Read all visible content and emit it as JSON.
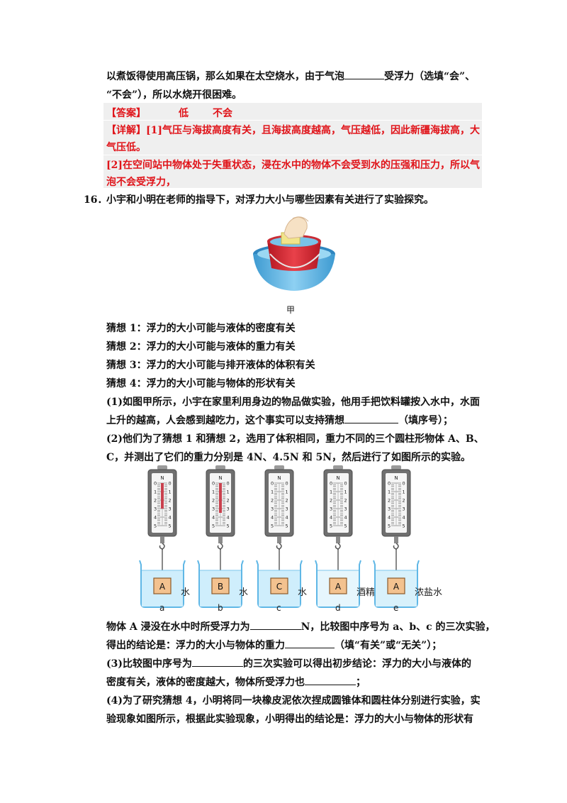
{
  "top": {
    "line1_a": "以煮饭得使用高压锅，那么如果在太空烧水，由于气泡",
    "line1_b": "受浮力（选填“会”、",
    "line2": "“不会”），所以水烧开很困难。"
  },
  "answer": {
    "tag": "【答案】",
    "a1": "低",
    "a2": "不会",
    "detail1": "【详解】[1]气压与海拔高度有关，且海拔高度越高，气压越低，因此新疆海拔高，大",
    "detail2": "气压低。",
    "detail3": "[2]在空间站中物体处于失重状态，浸在水中的物体不会受到水的压强和压力，所以气",
    "detail4": "泡不会受浮力，"
  },
  "q16": {
    "num": "16．",
    "stem": "小宇和小明在老师的指导下，对浮力大小与哪些因素有关进行了实验探究。",
    "fig_jia": "甲",
    "guess1": "猜想 1：浮力的大小可能与液体的密度有关",
    "guess2": "猜想 2：浮力的大小可能与液体的重力有关",
    "guess3": "猜想 3：浮力的大小可能与排开液体的体积有关",
    "guess4": "猜想 4：浮力的大小可能与物体的形状有关",
    "p1a": "(1)如图甲所示，小宇在家里利用身边的物品做实验，他用手把饮料罐按入水中，水面",
    "p1b": "上升的越高，人会感到越吃力，这个事实可以支持猜想",
    "p1c": "（填序号）；",
    "p2a": "(2)他们为了猜想 1 和猜想 2，选用了体积相同，重力不同的三个圆柱形物体 A、B、",
    "p2b": "C，并测出了它们的重力分别是 4N、4.5N 和 5N，然后进行了如图所示的实验。",
    "q_a1": "物体 A 浸没在水中时所受浮力为",
    "q_a2": "N，比较图中序号为 a、b、c 的三次实验，",
    "q_b1": "得出的结论是：浮力的大小与物体的重力",
    "q_b2": "（填“有关”或“无关”）；",
    "p3a": "(3)比较图中序号为",
    "p3b": "的三次实验可以得出初步结论：浮力的大小与液体的",
    "p3c": "密度有关，液体的密度越大，物体所受浮力也",
    "p3d": "；",
    "p4a": "(4)为了研究猜想 4，小明将同一块橡皮泥依次捏成圆锥体和圆柱体分别进行实验，实",
    "p4b": "验现象如图所示，根据此实验现象，小明得出的结论是：浮力的大小与物体的形状有"
  },
  "scales": [
    {
      "letter": "a",
      "block": "A",
      "liquid": "水",
      "unit": "N",
      "reading": 3.0
    },
    {
      "letter": "b",
      "block": "B",
      "liquid": "水",
      "unit": "N",
      "reading": 3.5
    },
    {
      "letter": "c",
      "block": "C",
      "liquid": "水",
      "unit": "N",
      "reading": 0
    },
    {
      "letter": "d",
      "block": "A",
      "liquid": "酒精",
      "unit": "N",
      "reading": 0
    },
    {
      "letter": "e",
      "block": "A",
      "liquid": "浓盐水",
      "unit": "N",
      "reading": 0
    }
  ],
  "tick_labels": [
    "0",
    "1",
    "2",
    "3",
    "4",
    "5"
  ]
}
